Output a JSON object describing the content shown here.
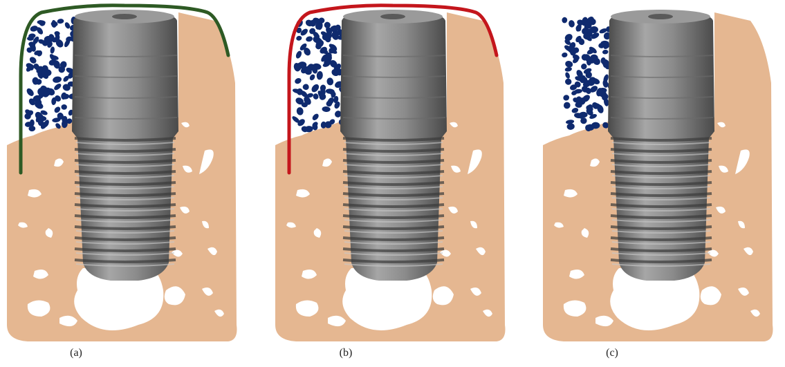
{
  "figure": {
    "panels": [
      {
        "label": "(a)",
        "membrane": "green-outline",
        "membrane_color": "#2e5a24"
      },
      {
        "label": "(b)",
        "membrane": "red-outline",
        "membrane_color": "#c4161c"
      },
      {
        "label": "(c)",
        "membrane": "none",
        "membrane_color": ""
      }
    ],
    "colors": {
      "bone": "#e5b791",
      "graft_granules": "#0f2a6e",
      "implant_dark": "#4a4a4a",
      "implant_light": "#a6a6a6",
      "background": "#ffffff"
    }
  }
}
